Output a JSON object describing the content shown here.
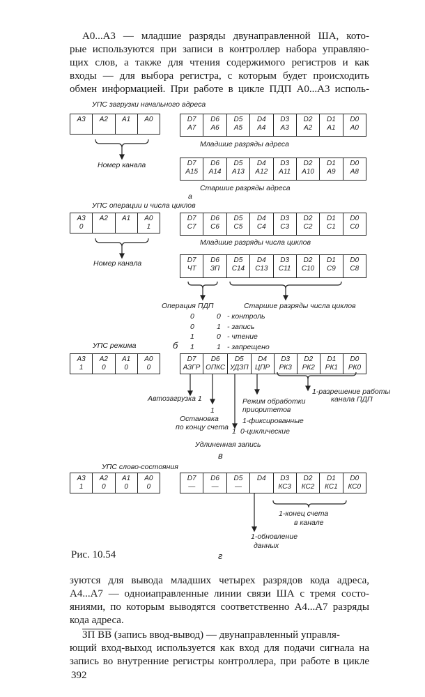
{
  "text_top": [
    "А0...А3 — младшие разряды двунаправленной ША, кото-",
    "рые используются при записи в контроллер набора управляю-",
    "щих слов, а также для чтения содержимого регистров и как",
    "входы — для выбора регистра, с которым будет происходить",
    "обмен информацией. При работе в цикле ПДП А0...А3 исполь-"
  ],
  "text_bottom": [
    "зуются для вывода младших четырех разрядов кода адреса,",
    "А4...А7 — одноиаправленные линии связи ША с тремя состо-",
    "яниями, по которым выводятся соответственно А4...А7 разряды",
    "кода адреса."
  ],
  "para2": {
    "signal": "ЗП ВВ",
    "line1_rest": " (запись ввод-вывод) — двунаправленный управля-",
    "lines": [
      "ющий вход-выход используется как вход для подачи сигнала на",
      "запись во внутренние регистры контроллера, при работе в цикле"
    ]
  },
  "page_number": "392",
  "figure": {
    "caption": "Рис. 10.54",
    "a": {
      "title": "УПС загрузки начального адреса",
      "left": [
        [
          "A3",
          ""
        ],
        [
          "A2",
          ""
        ],
        [
          "A1",
          ""
        ],
        [
          "A0",
          ""
        ]
      ],
      "right1": [
        [
          "D7",
          "A7"
        ],
        [
          "D6",
          "A6"
        ],
        [
          "D5",
          "A5"
        ],
        [
          "D4",
          "A4"
        ],
        [
          "D3",
          "A3"
        ],
        [
          "D2",
          "A2"
        ],
        [
          "D1",
          "A1"
        ],
        [
          "D0",
          "A0"
        ]
      ],
      "right1_label": "Младшие разряды адреса",
      "channel_label": "Номер канала",
      "right2": [
        [
          "D7",
          "A15"
        ],
        [
          "D6",
          "A14"
        ],
        [
          "D5",
          "A13"
        ],
        [
          "D4",
          "A12"
        ],
        [
          "D3",
          "A11"
        ],
        [
          "D2",
          "A10"
        ],
        [
          "D1",
          "A9"
        ],
        [
          "D0",
          "A8"
        ]
      ],
      "right2_label": "Старшие разряды адреса",
      "letter": "а"
    },
    "b": {
      "title": "УПС операции и числа циклов",
      "left": [
        [
          "A3",
          "0"
        ],
        [
          "A2",
          ""
        ],
        [
          "A1",
          ""
        ],
        [
          "A0",
          "1"
        ]
      ],
      "right1": [
        [
          "D7",
          "C7"
        ],
        [
          "D6",
          "C6"
        ],
        [
          "D5",
          "C5"
        ],
        [
          "D4",
          "C4"
        ],
        [
          "D3",
          "C3"
        ],
        [
          "D2",
          "C2"
        ],
        [
          "D1",
          "C1"
        ],
        [
          "D0",
          "C0"
        ]
      ],
      "right1_label": "Младшие разряды числа циклов",
      "channel_label": "Номер канала",
      "right2": [
        [
          "D7",
          "ЧТ"
        ],
        [
          "D6",
          "ЗП"
        ],
        [
          "D5",
          "C14"
        ],
        [
          "D4",
          "C13"
        ],
        [
          "D3",
          "C11"
        ],
        [
          "D2",
          "C10"
        ],
        [
          "D1",
          "C9"
        ],
        [
          "D0",
          "C8"
        ]
      ],
      "op_label": "Операция ПДП",
      "high_label": "Старшие разряды числа циклов",
      "codes": [
        [
          "0",
          "0",
          "- контроль"
        ],
        [
          "0",
          "1",
          "- запись"
        ],
        [
          "1",
          "0",
          "- чтение"
        ],
        [
          "1",
          "1",
          "- запрещено"
        ]
      ],
      "letter": "б"
    },
    "c": {
      "title": "УПС режима",
      "left": [
        [
          "A3",
          "1"
        ],
        [
          "A2",
          "0"
        ],
        [
          "A1",
          "0"
        ],
        [
          "A0",
          "0"
        ]
      ],
      "right": [
        [
          "D7",
          "АЗГР"
        ],
        [
          "D6",
          "ОПКС"
        ],
        [
          "D5",
          "УДЗП"
        ],
        [
          "D4",
          "ЦПР"
        ],
        [
          "D3",
          "РК3"
        ],
        [
          "D2",
          "РК2"
        ],
        [
          "D1",
          "РК1"
        ],
        [
          "D0",
          "РК0"
        ]
      ],
      "autoload": "Автозагрузка 1",
      "stop_one": "1",
      "stop": [
        "Остановка",
        "по концу счета"
      ],
      "priority": [
        "Режим обработки",
        "приоритетов",
        "1-фиксированные",
        "0-циклические"
      ],
      "long_one": "1",
      "enable": [
        "1-разрешение работы",
        "канала ПДП"
      ],
      "long_write": "Удлиненная запись",
      "letter": "в"
    },
    "d": {
      "title": "УПС слово-состояния",
      "left": [
        [
          "A3",
          "1"
        ],
        [
          "A2",
          "0"
        ],
        [
          "A1",
          "0"
        ],
        [
          "A0",
          "0"
        ]
      ],
      "right": [
        [
          "D7",
          "—"
        ],
        [
          "D6",
          "—"
        ],
        [
          "D5",
          "—"
        ],
        [
          "D4",
          ""
        ],
        [
          "D3",
          "КС3"
        ],
        [
          "D2",
          "КС2"
        ],
        [
          "D1",
          "КС1"
        ],
        [
          "D0",
          "КС0"
        ]
      ],
      "end_count": [
        "1-конец счета",
        "в канале"
      ],
      "update": [
        "1-обновление",
        "данных"
      ],
      "letter": "г"
    }
  }
}
